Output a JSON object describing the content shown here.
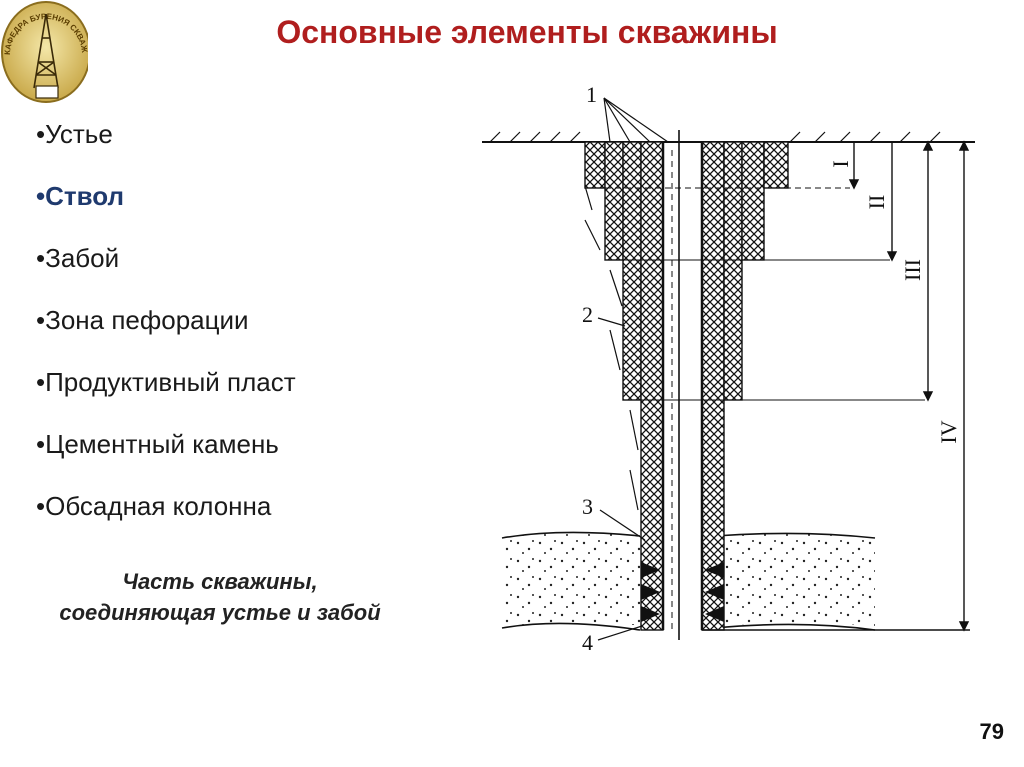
{
  "header": {
    "title": "Основные элементы скважины",
    "logo_text": "КАФЕДРА БУРЕНИЯ СКВАЖИН"
  },
  "bullets": [
    {
      "label": "Устье",
      "active": false
    },
    {
      "label": "Ствол",
      "active": true
    },
    {
      "label": "Забой",
      "active": false
    },
    {
      "label": "Зона пефорации",
      "active": false
    },
    {
      "label": "Продуктивный пласт",
      "active": false
    },
    {
      "label": "Цементный камень",
      "active": false
    },
    {
      "label": "Обсадная колонна",
      "active": false
    }
  ],
  "definition": "Часть скважины, соединяющая устье и забой",
  "diagram": {
    "labels": [
      "1",
      "2",
      "3",
      "4"
    ],
    "intervals": [
      "I",
      "II",
      "III",
      "IV"
    ]
  },
  "colors": {
    "title": "#b01e1e",
    "active_bullet": "#1f3a6e"
  },
  "footer": {
    "page_number": "79"
  }
}
